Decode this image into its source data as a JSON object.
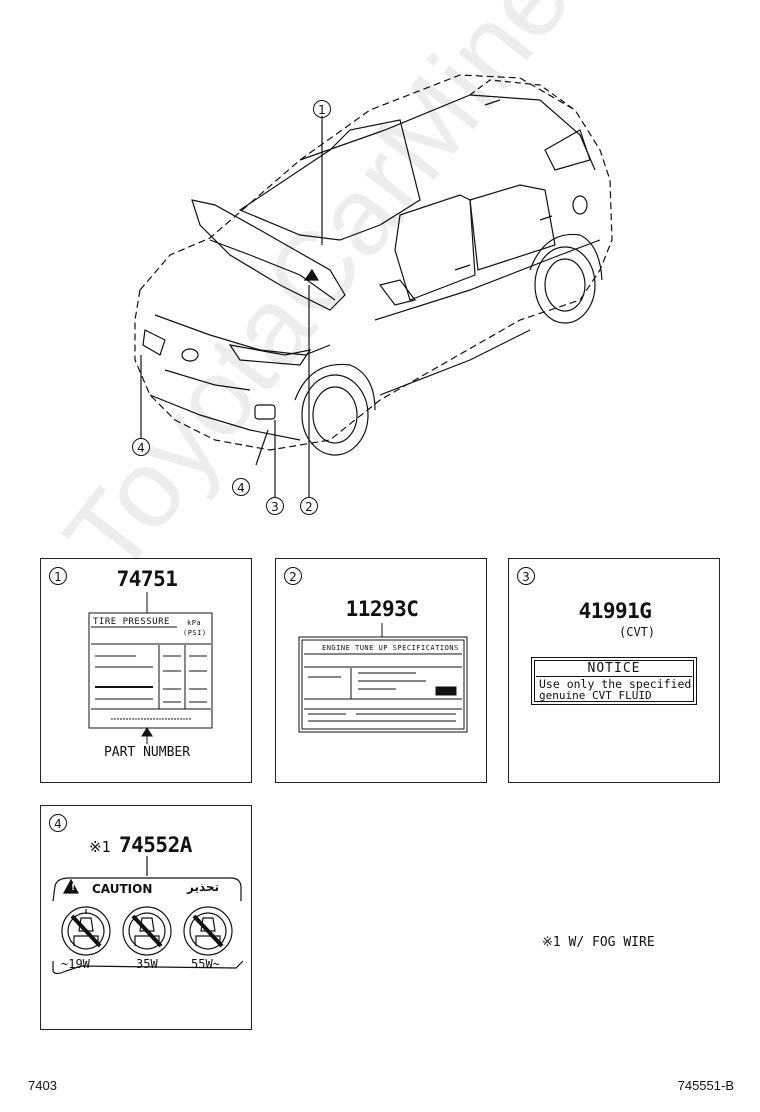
{
  "watermark": "ToyotaCarMine.ru",
  "callouts": [
    "1",
    "2",
    "3",
    "4"
  ],
  "panel1": {
    "num": "1",
    "part": "74751",
    "label_title": "TIRE PRESSURE",
    "unit1": "kPa",
    "unit2": "(PSI)",
    "arrow_label": "PART NUMBER"
  },
  "panel2": {
    "num": "2",
    "part": "11293C",
    "label_title": "ENGINE TUNE UP SPECIFICATIONS"
  },
  "panel3": {
    "num": "3",
    "part": "41991G",
    "sub": "(CVT)",
    "notice_title": "NOTICE",
    "notice_line1": "Use only the specified",
    "notice_line2": "genuine CVT FLUID"
  },
  "panel4": {
    "num": "4",
    "mark": "※1",
    "part": "74552A",
    "caution": "CAUTION",
    "caution_ar": "تحذير",
    "w1": "~19W",
    "w2": "35W",
    "w3": "55W~"
  },
  "footnote": "※1 W/ FOG WIRE",
  "footer_left": "7403",
  "footer_right": "745551-B"
}
